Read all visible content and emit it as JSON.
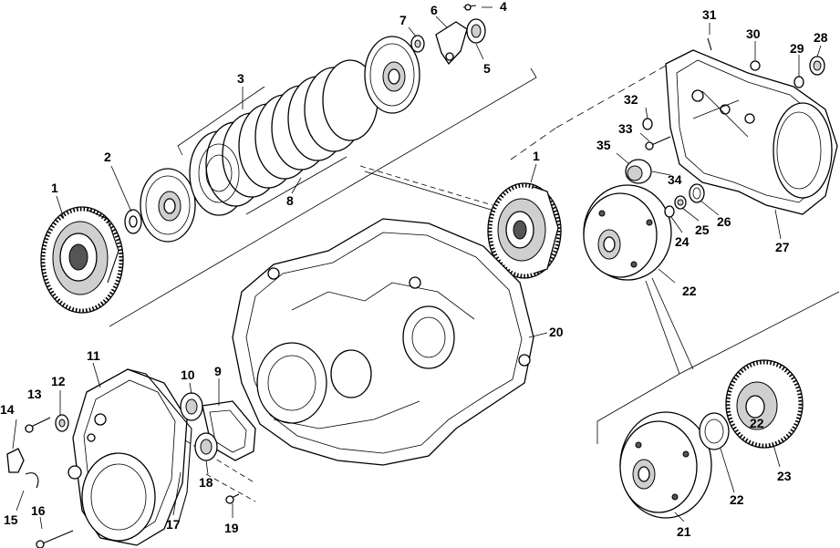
{
  "callouts": [
    {
      "id": "c1a",
      "text": "1"
    },
    {
      "id": "c1b",
      "text": "1"
    },
    {
      "id": "c2",
      "text": "2"
    },
    {
      "id": "c3",
      "text": "3"
    },
    {
      "id": "c4",
      "text": "4"
    },
    {
      "id": "c5",
      "text": "5"
    },
    {
      "id": "c6",
      "text": "6"
    },
    {
      "id": "c7",
      "text": "7"
    },
    {
      "id": "c8",
      "text": "8"
    },
    {
      "id": "c9",
      "text": "9"
    },
    {
      "id": "c10",
      "text": "10"
    },
    {
      "id": "c11",
      "text": "11"
    },
    {
      "id": "c12",
      "text": "12"
    },
    {
      "id": "c13",
      "text": "13"
    },
    {
      "id": "c14",
      "text": "14"
    },
    {
      "id": "c15",
      "text": "15"
    },
    {
      "id": "c16",
      "text": "16"
    },
    {
      "id": "c17",
      "text": "17"
    },
    {
      "id": "c18",
      "text": "18"
    },
    {
      "id": "c19",
      "text": "19"
    },
    {
      "id": "c20",
      "text": "20"
    },
    {
      "id": "c21",
      "text": "21"
    },
    {
      "id": "c22a",
      "text": "22"
    },
    {
      "id": "c22b",
      "text": "22"
    },
    {
      "id": "c22c",
      "text": "22"
    },
    {
      "id": "c23",
      "text": "23"
    },
    {
      "id": "c24",
      "text": "24"
    },
    {
      "id": "c25",
      "text": "25"
    },
    {
      "id": "c26",
      "text": "26"
    },
    {
      "id": "c27",
      "text": "27"
    },
    {
      "id": "c28",
      "text": "28"
    },
    {
      "id": "c29",
      "text": "29"
    },
    {
      "id": "c30",
      "text": "30"
    },
    {
      "id": "c31",
      "text": "31"
    },
    {
      "id": "c32",
      "text": "32"
    },
    {
      "id": "c33",
      "text": "33"
    },
    {
      "id": "c34",
      "text": "34"
    },
    {
      "id": "c35",
      "text": "35"
    }
  ]
}
